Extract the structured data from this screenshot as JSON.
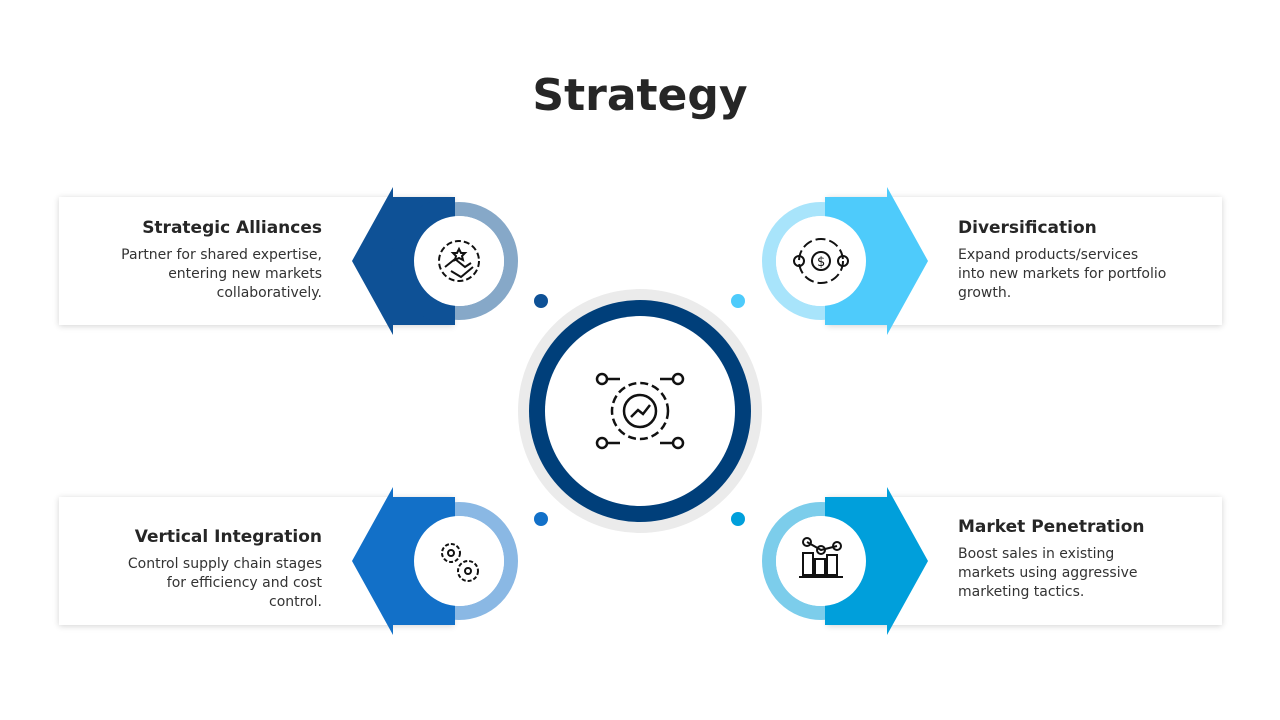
{
  "title": "Strategy",
  "items": [
    {
      "title": "Strategic Alliances",
      "desc": "Partner for shared expertise, entering new markets collaboratively.",
      "icon": "handshake-gear-icon",
      "color": "#0e5196",
      "light": "#86a8c8"
    },
    {
      "title": "Diversification",
      "desc": "Expand products/services into new markets for portfolio growth.",
      "icon": "dollar-target-icon",
      "color": "#4ecbfb",
      "light": "#a8e4fb"
    },
    {
      "title": "Vertical Integration",
      "desc": "Control supply chain stages for efficiency and cost control.",
      "icon": "gears-icon",
      "color": "#1270c8",
      "light": "#8ab8e4"
    },
    {
      "title": "Market Penetration",
      "desc": "Boost sales in existing markets using aggressive marketing tactics.",
      "icon": "hands-chart-icon",
      "color": "#009fdb",
      "light": "#7ccdeb"
    }
  ],
  "center": {
    "icon": "strategy-gear-icon",
    "ring": "#003f7a"
  }
}
